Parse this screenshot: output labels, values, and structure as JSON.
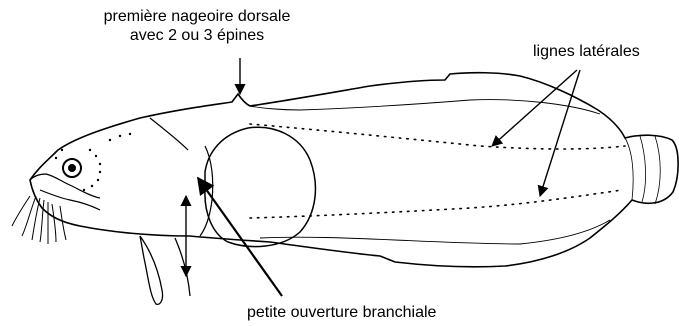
{
  "labels": {
    "dorsal_fin_line1": "première nageoire dorsale",
    "dorsal_fin_line2": "avec 2 ou 3 épines",
    "lateral_lines": "lignes latérales",
    "gill_opening": "petite ouverture branchiale"
  },
  "colors": {
    "ink": "#000000",
    "background": "#ffffff"
  }
}
